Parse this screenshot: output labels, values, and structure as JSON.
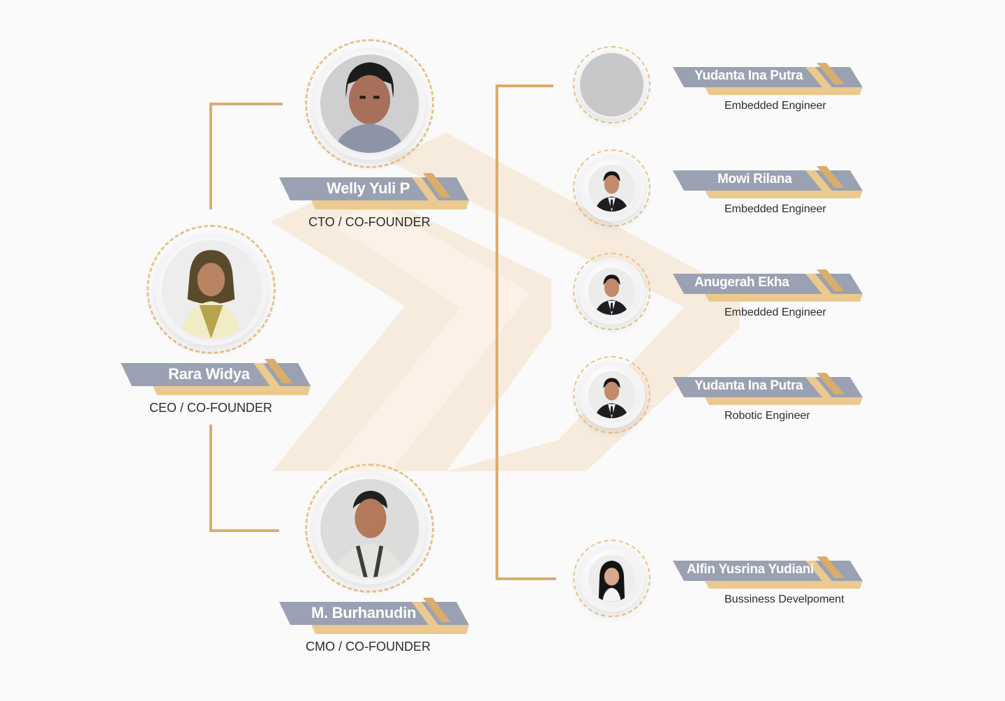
{
  "colors": {
    "background": "#fafafa",
    "accent_gold": "#d9ad6b",
    "accent_gold_light": "#ebc98f",
    "banner_slate": "#9aa1b2",
    "watermark": "#f6e9d9",
    "text_dark": "#2b2b2b"
  },
  "founders": [
    {
      "id": "ceo",
      "name": "Rara Widya",
      "role": "CEO / CO-FOUNDER"
    },
    {
      "id": "cto",
      "name": "Welly Yuli P",
      "role": "CTO / CO-FOUNDER"
    },
    {
      "id": "cmo",
      "name": "M. Burhanudin",
      "role": "CMO / CO-FOUNDER"
    }
  ],
  "team": [
    {
      "name": "Yudanta Ina Putra",
      "role": "Embedded Engineer",
      "photo": "placeholder"
    },
    {
      "name": "Mowi Rilana",
      "role": "Embedded Engineer",
      "photo": "portrait"
    },
    {
      "name": "Anugerah Ekha",
      "role": "Embedded Engineer",
      "photo": "portrait"
    },
    {
      "name": "Yudanta Ina Putra",
      "role": "Robotic Engineer",
      "photo": "portrait"
    },
    {
      "name": "Alfin Yusrina Yudiani",
      "role": "Bussiness Develpoment",
      "photo": "portrait-hijab"
    }
  ],
  "icons": {
    "avatar": "person-portrait-icon",
    "banner": "ribbon-banner-icon",
    "watermark": "double-chevron-icon"
  }
}
